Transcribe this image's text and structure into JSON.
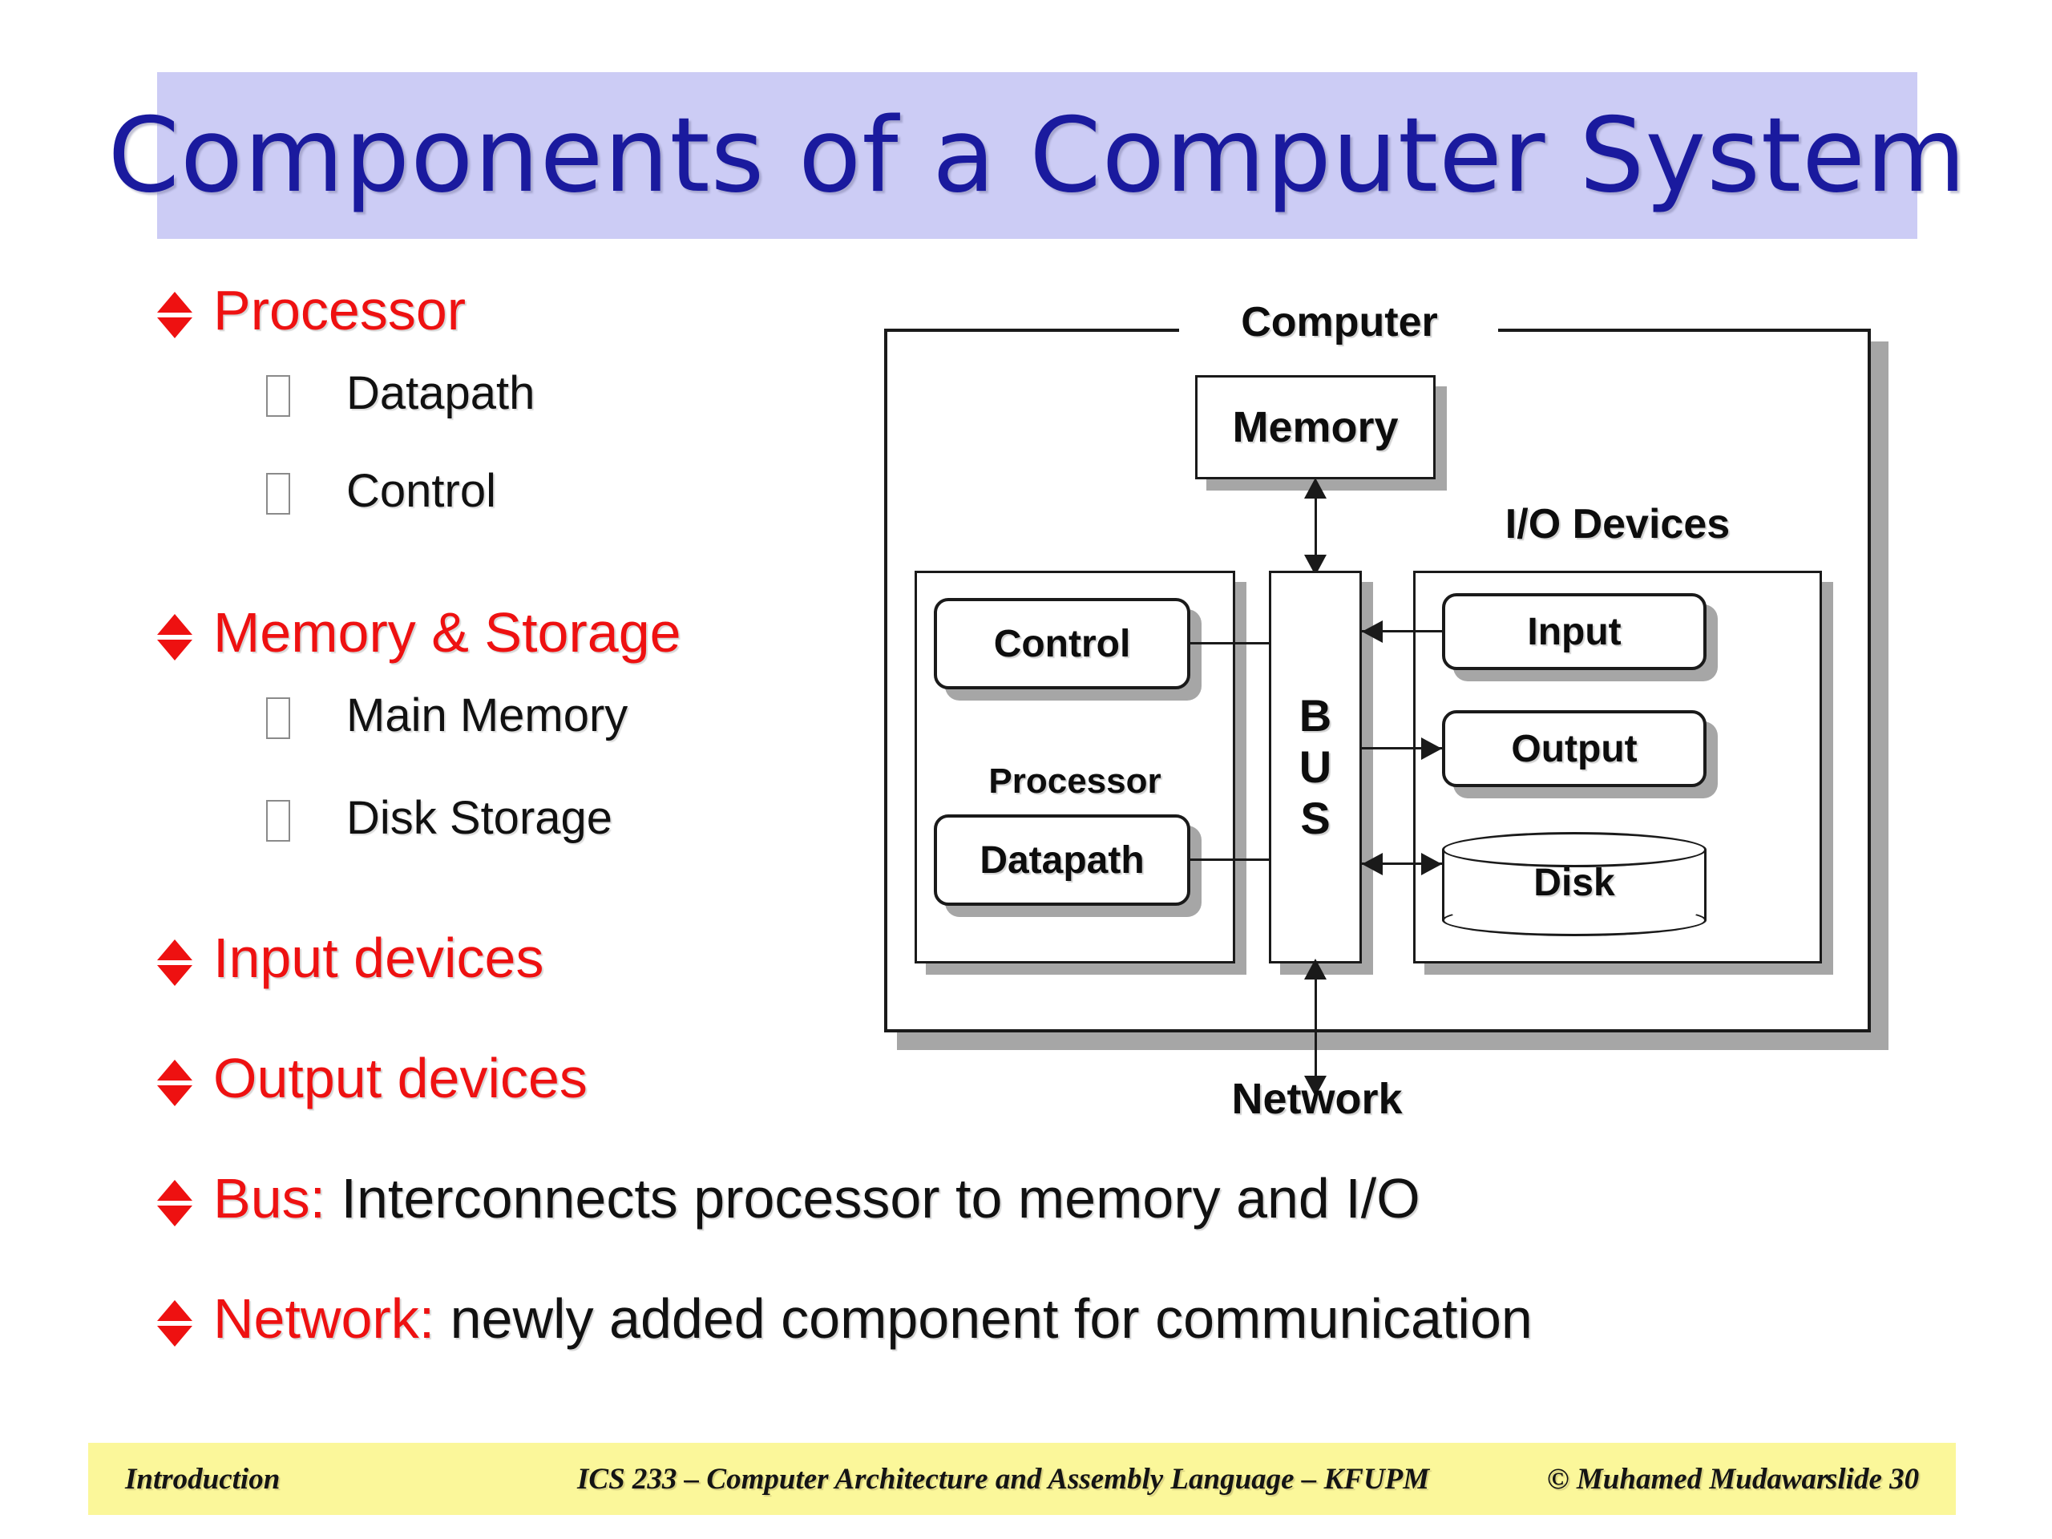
{
  "title": "Components of a Computer System",
  "theme": {
    "title_band_bg": "#CCCCF5",
    "title_color": "#1A1A9E",
    "bullet_accent": "#EE1111",
    "body_text": "#111111",
    "footer_bg": "#FBF79A",
    "diagram_shadow": "#A6A6A6",
    "diagram_stroke": "#1A1A1A"
  },
  "bullets": [
    {
      "label": "Processor",
      "marker": "red-diamond-bullet",
      "sub": [
        {
          "label": "Datapath",
          "marker": "empty-box-bullet"
        },
        {
          "label": "Control",
          "marker": "empty-box-bullet"
        }
      ]
    },
    {
      "label": "Memory & Storage",
      "marker": "red-diamond-bullet",
      "sub": [
        {
          "label": "Main Memory",
          "marker": "empty-box-bullet"
        },
        {
          "label": "Disk Storage",
          "marker": "empty-box-bullet"
        }
      ]
    },
    {
      "label": "Input devices",
      "marker": "red-diamond-bullet",
      "sub": []
    },
    {
      "label": "Output devices",
      "marker": "red-diamond-bullet",
      "sub": []
    },
    {
      "label": "Bus:",
      "marker": "red-diamond-bullet",
      "rest": " Interconnects processor to memory and I/O",
      "sub": []
    },
    {
      "label": "Network:",
      "marker": "red-diamond-bullet",
      "rest": " newly added component for communication",
      "sub": []
    }
  ],
  "diagram": {
    "outer_label": "Computer",
    "memory": "Memory",
    "processor": "Processor",
    "control": "Control",
    "datapath": "Datapath",
    "bus_letters": {
      "b": "B",
      "u": "U",
      "s": "S"
    },
    "io_label": "I/O Devices",
    "input": "Input",
    "output": "Output",
    "disk": "Disk",
    "network": "Network"
  },
  "footer": {
    "left": "Introduction",
    "center": "ICS 233 – Computer Architecture and Assembly Language – KFUPM",
    "copyright": "© Muhamed Mudawar",
    "slide": "slide 30"
  }
}
